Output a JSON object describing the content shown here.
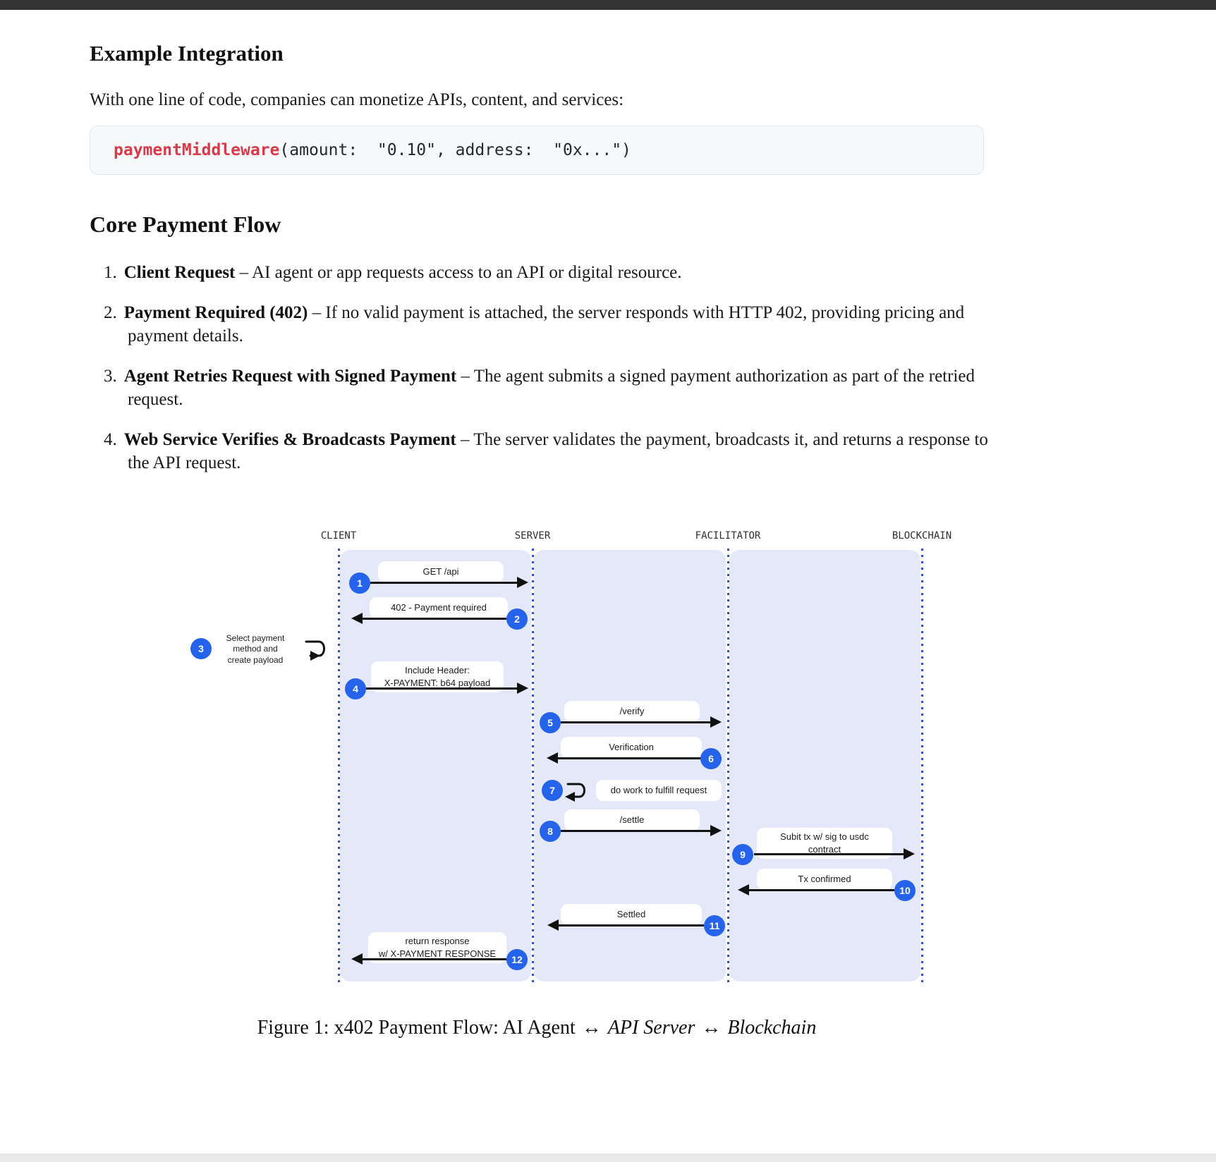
{
  "colors": {
    "badge_blue": "#2563eb",
    "panel_lavender": "#e4e8f9",
    "code_red": "#d73a49",
    "lifeline_blue": "#3050c8"
  },
  "sections": {
    "example_integration": {
      "title": "Example Integration",
      "intro": "With one line of code, companies can monetize APIs, content, and services:",
      "code_function": "paymentMiddleware",
      "code_args": "(amount:  \"0.10\", address:  \"0x...\")"
    },
    "core_payment_flow": {
      "title": "Core Payment Flow",
      "steps": [
        {
          "num": "1.",
          "title": "Client Request",
          "text": "– AI agent or app requests access to an API or digital resource."
        },
        {
          "num": "2.",
          "title": "Payment Required (402)",
          "text": "– If no valid payment is attached, the server responds with HTTP 402, providing pricing and payment details."
        },
        {
          "num": "3.",
          "title": "Agent Retries Request with Signed Payment",
          "text": "– The agent submits a signed payment authorization as part of the retried request."
        },
        {
          "num": "4.",
          "title": "Web Service Verifies & Broadcasts Payment",
          "text": "– The server validates the payment, broadcasts it, and returns a response to the API request."
        }
      ]
    }
  },
  "diagram": {
    "lifelines": [
      {
        "label": "CLIENT"
      },
      {
        "label": "SERVER"
      },
      {
        "label": "FACILITATOR"
      },
      {
        "label": "BLOCKCHAIN"
      }
    ],
    "messages": [
      {
        "num": "1",
        "from": "CLIENT",
        "to": "SERVER",
        "lines": [
          "GET /api"
        ]
      },
      {
        "num": "2",
        "from": "SERVER",
        "to": "CLIENT",
        "lines": [
          "402 - Payment required"
        ]
      },
      {
        "num": "3",
        "from": "CLIENT",
        "to": "CLIENT",
        "lines": [
          "Select payment",
          "method and",
          "create payload"
        ]
      },
      {
        "num": "4",
        "from": "CLIENT",
        "to": "SERVER",
        "lines": [
          "Include Header:",
          "X-PAYMENT: b64 payload"
        ]
      },
      {
        "num": "5",
        "from": "SERVER",
        "to": "FACILITATOR",
        "lines": [
          "/verify"
        ]
      },
      {
        "num": "6",
        "from": "FACILITATOR",
        "to": "SERVER",
        "lines": [
          "Verification"
        ]
      },
      {
        "num": "7",
        "from": "SERVER",
        "to": "SERVER",
        "lines": [
          "do work to fulfill request"
        ]
      },
      {
        "num": "8",
        "from": "SERVER",
        "to": "FACILITATOR",
        "lines": [
          "/settle"
        ]
      },
      {
        "num": "9",
        "from": "FACILITATOR",
        "to": "BLOCKCHAIN",
        "lines": [
          "Subit tx w/ sig to usdc",
          "contract"
        ]
      },
      {
        "num": "10",
        "from": "BLOCKCHAIN",
        "to": "FACILITATOR",
        "lines": [
          "Tx confirmed"
        ]
      },
      {
        "num": "11",
        "from": "FACILITATOR",
        "to": "SERVER",
        "lines": [
          "Settled"
        ]
      },
      {
        "num": "12",
        "from": "SERVER",
        "to": "CLIENT",
        "lines": [
          "return response",
          "w/ X-PAYMENT RESPONSE"
        ]
      }
    ]
  },
  "caption": {
    "prefix": "Figure 1: x402 Payment Flow: AI Agent",
    "arrow1": "↔",
    "entity1": "API Server",
    "arrow2": "↔",
    "entity2": "Blockchain"
  }
}
